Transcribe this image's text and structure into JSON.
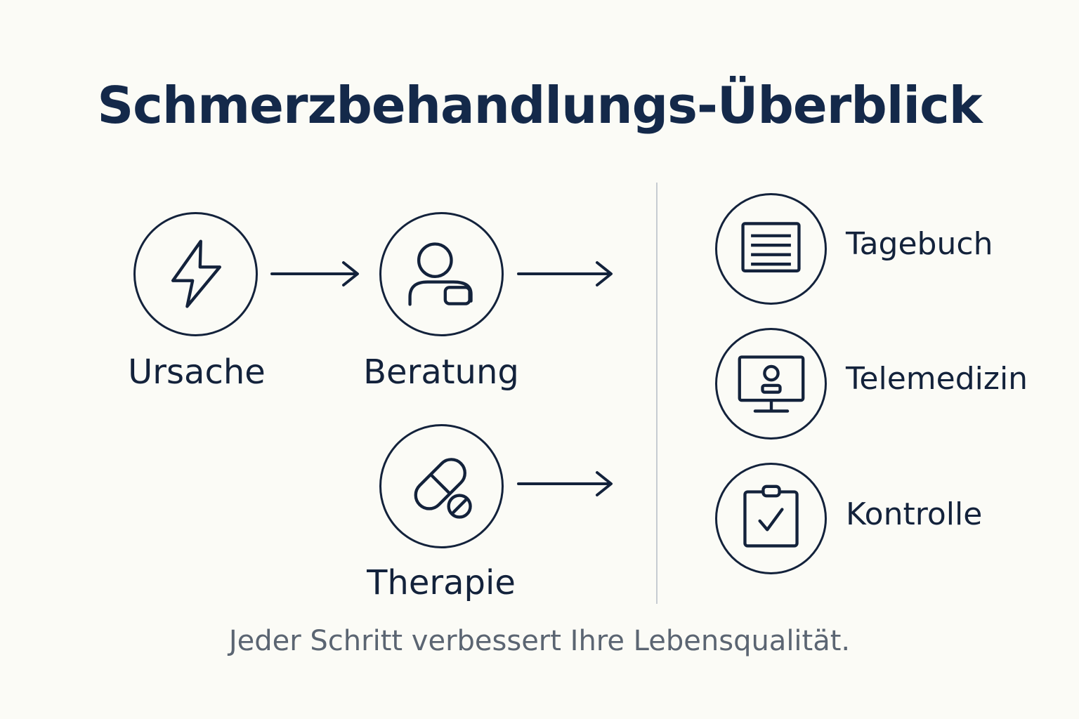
{
  "title": "Schmerzbehandlungs-Überblick",
  "flow_steps": [
    {
      "label": "Ursache",
      "icon": "lightning-bolt-icon"
    },
    {
      "label": "Beratung",
      "icon": "doctor-person-icon"
    },
    {
      "label": "Therapie",
      "icon": "pill-capsule-icon"
    }
  ],
  "tools": [
    {
      "label": "Tagebuch",
      "icon": "notepad-icon"
    },
    {
      "label": "Telemedizin",
      "icon": "monitor-video-call-icon"
    },
    {
      "label": "Kontrolle",
      "icon": "clipboard-check-icon"
    }
  ],
  "footer": "Jeder Schritt verbessert Ihre Lebensqualität.",
  "colors": {
    "background": "#fbfbf6",
    "primary": "#13223b",
    "footer_text": "#5b6572",
    "divider": "#c7ccd2"
  }
}
